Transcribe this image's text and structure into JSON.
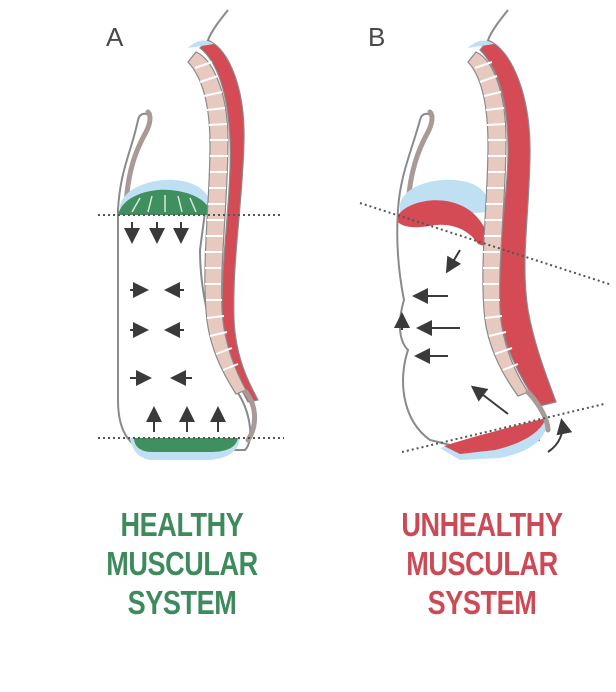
{
  "panels": [
    {
      "letter": "A",
      "caption": [
        "HEALTHY",
        "MUSCULAR",
        "SYSTEM"
      ],
      "caption_color": "#3e8a5c"
    },
    {
      "letter": "B",
      "caption": [
        "UNHEALTHY",
        "MUSCULAR",
        "SYSTEM"
      ],
      "caption_color": "#cc4a55"
    }
  ],
  "colors": {
    "healthy_muscle": "#3f8f5f",
    "unhealthy_muscle": "#d44a55",
    "lung_blue": "#bfe0f3",
    "vertebra": "#e8c9bf",
    "outline": "#8a8a8a",
    "arrow": "#3a3a3a"
  }
}
